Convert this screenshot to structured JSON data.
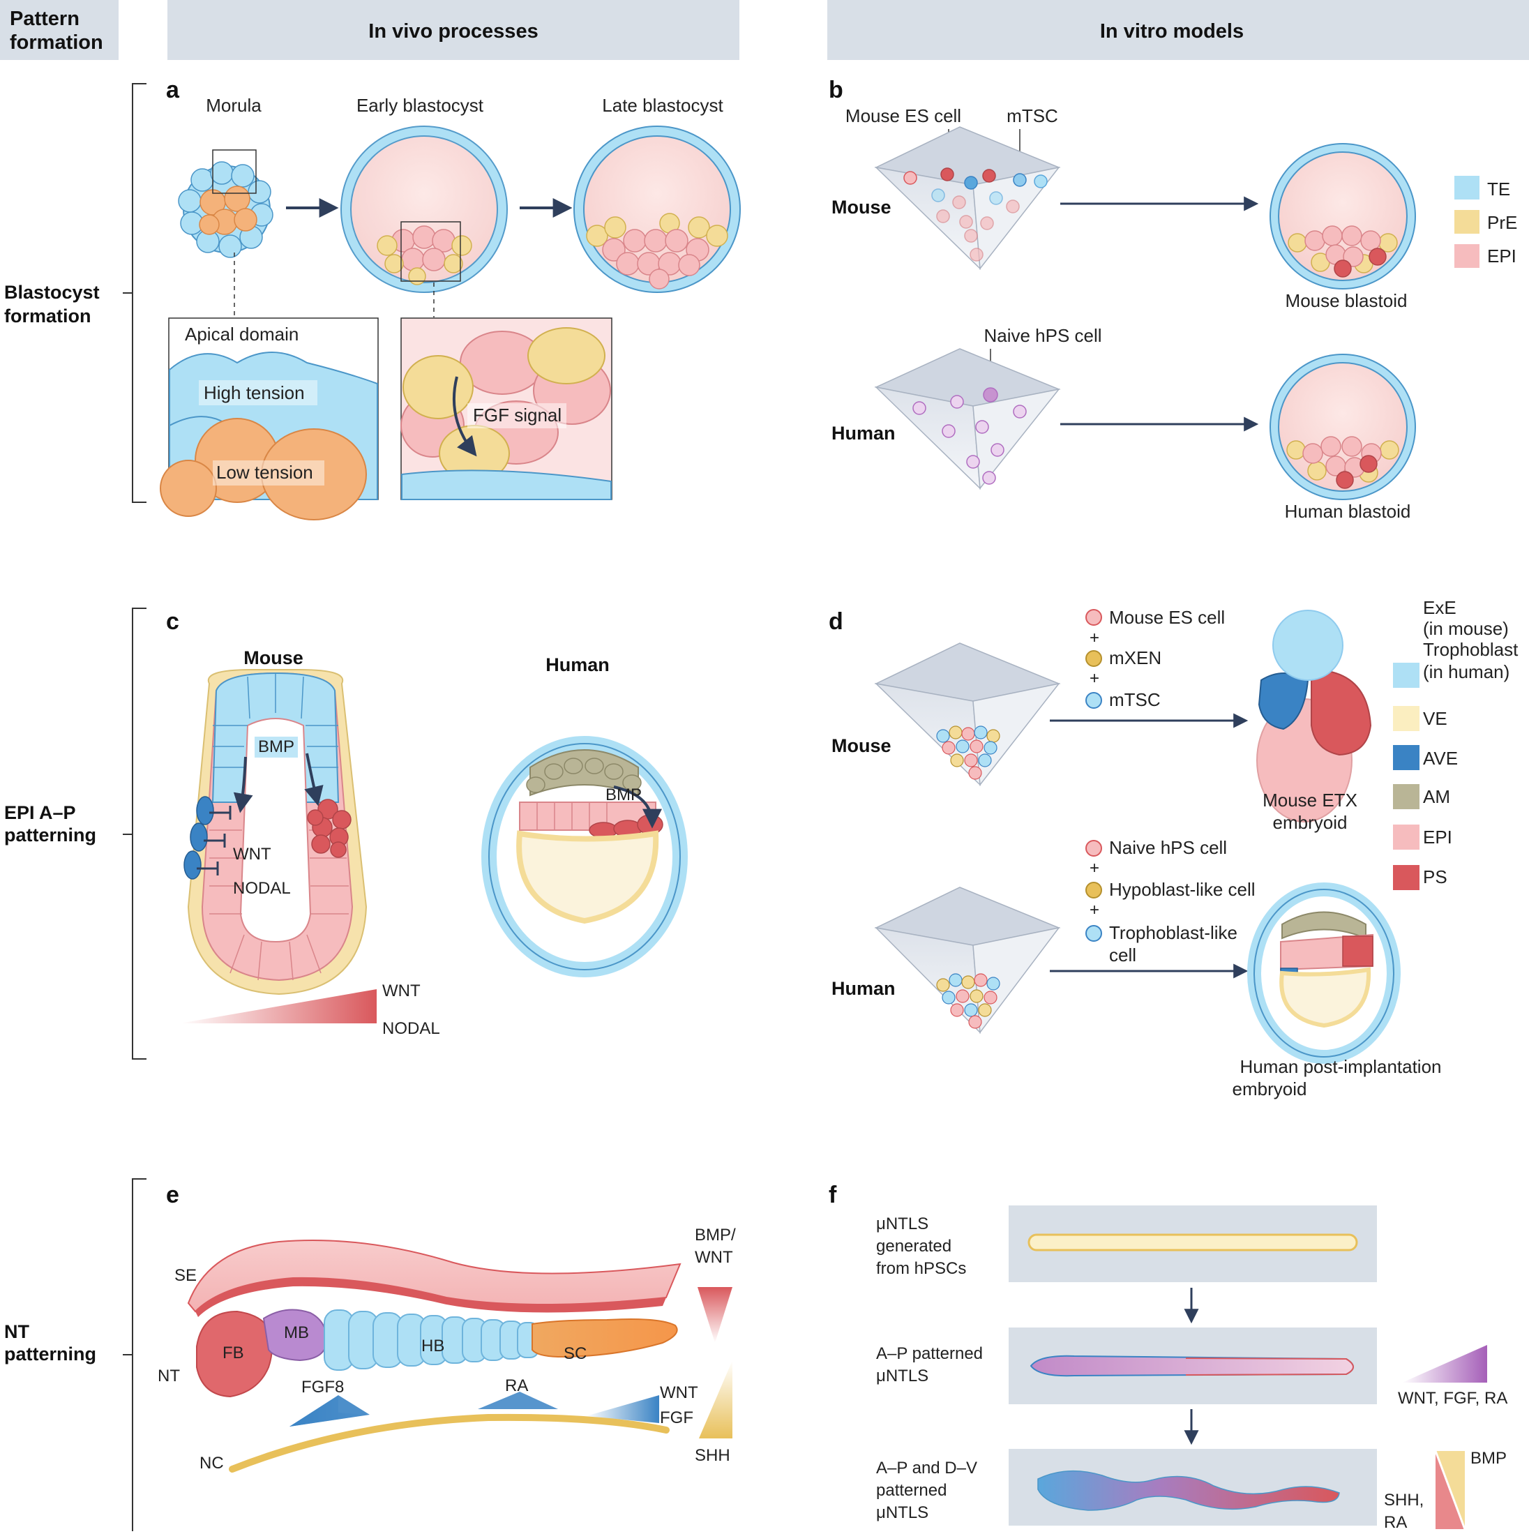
{
  "colors": {
    "te": "#aee0f5",
    "pre": "#f4dc98",
    "epi": "#f6bcbe",
    "ave": "#3a83c4",
    "am": "#b9b596",
    "ps": "#d9585c",
    "header_bg": "#d8dfe7"
  },
  "header": {
    "pattern_formation": [
      "Pattern",
      "formation"
    ],
    "in_vivo": "In vivo processes",
    "in_vitro": "In vitro models"
  },
  "rows": {
    "blastocyst": [
      "Blastocyst",
      "formation"
    ],
    "epi_ap": [
      "EPI A–P",
      "patterning"
    ],
    "nt": [
      "NT",
      "patterning"
    ]
  },
  "panel_a": {
    "letter": "a",
    "morula": "Morula",
    "early": "Early blastocyst",
    "late": "Late blastocyst",
    "apical": "Apical domain",
    "high": "High tension",
    "low": "Low tension",
    "fgf": "FGF signal"
  },
  "panel_b": {
    "letter": "b",
    "mouse_es": "Mouse ES cell",
    "mtsc": "mTSC",
    "mouse": "Mouse",
    "mouse_blastoid": "Mouse blastoid",
    "naive": "Naive hPS cell",
    "human": "Human",
    "human_blastoid": "Human blastoid",
    "legend": [
      "TE",
      "PrE",
      "EPI"
    ]
  },
  "panel_c": {
    "letter": "c",
    "mouse": "Mouse",
    "human": "Human",
    "bmp": "BMP",
    "wnt": "WNT",
    "nodal": "NODAL",
    "bmp_h": "BMP",
    "grad_wnt": "WNT",
    "grad_nodal": "NODAL"
  },
  "panel_d": {
    "letter": "d",
    "mouse": "Mouse",
    "human": "Human",
    "mouse_es": "Mouse ES cell",
    "mxen": "mXEN",
    "mtsc": "mTSC",
    "plus": "+",
    "etx": [
      "Mouse ETX",
      "embryoid"
    ],
    "naive": "Naive hPS cell",
    "hypoblast": "Hypoblast-like cell",
    "tropho": [
      "Trophoblast-like",
      "cell"
    ],
    "post": [
      "Human post-implantation",
      "embryoid"
    ],
    "legend_head": [
      "ExE",
      "(in mouse)",
      "Trophoblast",
      "(in human)"
    ],
    "legend": [
      "VE",
      "AVE",
      "AM",
      "EPI",
      "PS"
    ]
  },
  "panel_e": {
    "letter": "e",
    "se": "SE",
    "nt": "NT",
    "nc": "NC",
    "fb": "FB",
    "mb": "MB",
    "hb": "HB",
    "sc": "SC",
    "fgf8": "FGF8",
    "ra": "RA",
    "wnt": "WNT",
    "fgf": "FGF",
    "shh": "SHH",
    "bmpwnt": [
      "BMP/",
      "WNT"
    ]
  },
  "panel_f": {
    "letter": "f",
    "row1": [
      "μNTLS",
      "generated",
      "from hPSCs"
    ],
    "row2": [
      "A–P patterned",
      "μNTLS"
    ],
    "row3": [
      "A–P and D–V",
      "patterned",
      "μNTLS"
    ],
    "grad1": "WNT, FGF, RA",
    "bmp": "BMP",
    "shhra": [
      "SHH,",
      "RA"
    ]
  }
}
